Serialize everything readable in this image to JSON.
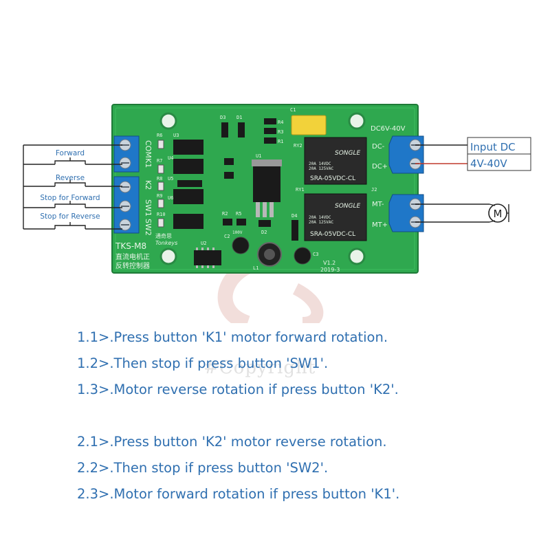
{
  "board": {
    "model": "TKS-M8",
    "chinese_name_line1": "直流电机正",
    "chinese_name_line2": "反转控制器",
    "brand_cn": "通奇思",
    "brand_en": "Tonkeys",
    "version": "V1.2",
    "date": "2019-3",
    "dc_range": "DC6V-40V",
    "pins_left": [
      "COM",
      "K1",
      "K2",
      "SW1",
      "SW2"
    ],
    "pins_right": [
      "DC-",
      "DC+",
      "MT-",
      "MT+"
    ],
    "relay_brand": "SONGLE",
    "relay_model": "SRA-05VDC-CL",
    "relay_rating1": "20A 14VDC",
    "relay_rating2": "20A 125VAC",
    "relay_labels": [
      "RY2",
      "RY1"
    ],
    "connector_labels": [
      "J2"
    ],
    "component_labels": {
      "d3": "D3",
      "d1": "D1",
      "c1": "C1",
      "r4": "R4",
      "r3": "R3",
      "r1": "R1",
      "r6": "R6",
      "u3": "U3",
      "r7": "R7",
      "u4": "U4",
      "r8": "R8",
      "u5": "U5",
      "r9": "R9",
      "u6": "U6",
      "r10": "R10",
      "u1": "U1",
      "r2": "R2",
      "r5": "R5",
      "c2": "C2",
      "c2v": "100V",
      "d2": "D2",
      "d4": "D4",
      "u2": "U2",
      "l1": "L1",
      "c3": "C3"
    }
  },
  "buttons": {
    "forward": "Forward",
    "reverse": "Reverse",
    "stop_forward": "Stop for Forward",
    "stop_reverse": "Stop for Reverse"
  },
  "input_dc": {
    "line1": "Input DC",
    "line2": "4V-40V"
  },
  "motor_symbol": "M",
  "watermark": "#Copyright",
  "instructions": {
    "group1": [
      "1.1>.Press button 'K1' motor forward rotation.",
      "1.2>.Then stop if press button 'SW1'.",
      "1.3>.Motor reverse rotation if press button 'K2'."
    ],
    "group2": [
      "2.1>.Press button 'K2' motor reverse rotation.",
      "2.2>.Then stop if press button 'SW2'.",
      "2.3>.Motor forward rotation if press button 'K1'."
    ]
  },
  "colors": {
    "pcb": "#2fa84f",
    "terminal": "#1f77c8",
    "text_blue": "#2f6fb0",
    "wire": "#222222",
    "wire_red": "#c0392b"
  }
}
